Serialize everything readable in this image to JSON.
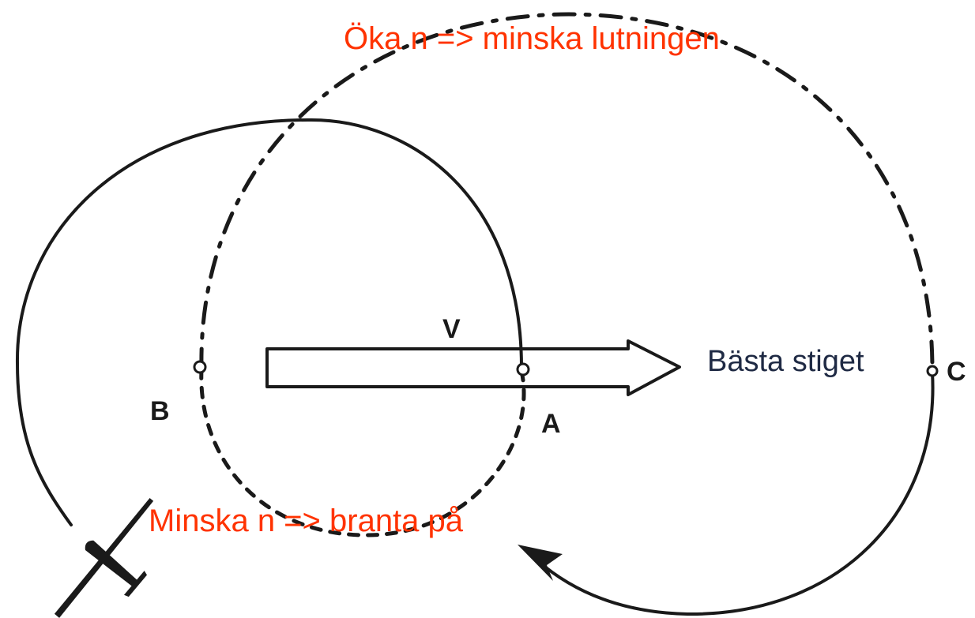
{
  "points": {
    "a": "A",
    "b": "B",
    "c": "C"
  },
  "arrow_label": "V",
  "annotations": {
    "top": "Öka n => minska lutningen",
    "bottom": "Minska n => branta på",
    "right": "Bästa stiget"
  },
  "colors": {
    "ink": "#1a1a1a",
    "annotation_red": "#ff3300",
    "annotation_dark": "#1f2a44"
  },
  "icons": {
    "glider": "glider-icon"
  }
}
